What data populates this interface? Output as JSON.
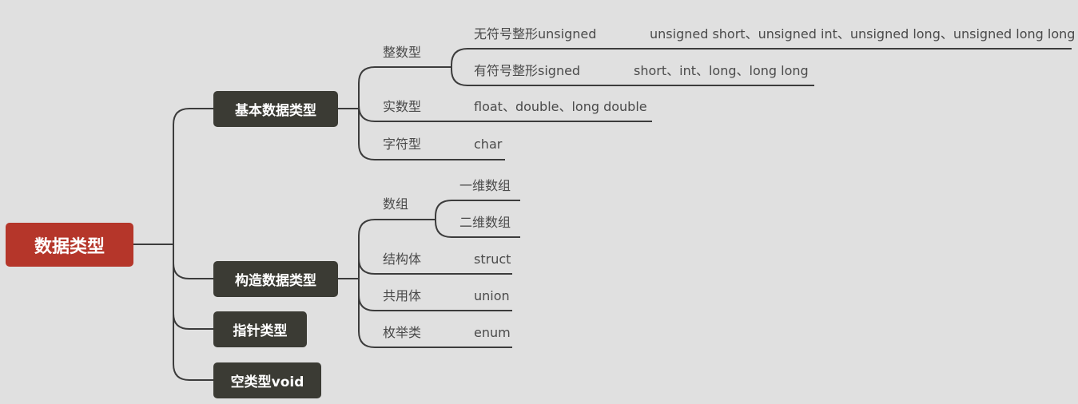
{
  "root": {
    "label": "数据类型"
  },
  "basic": {
    "label": "基本数据类型",
    "integer": {
      "label": "整数型",
      "unsigned": {
        "label": "无符号整形unsigned",
        "types": "unsigned short、unsigned int、unsigned long、unsigned long long"
      },
      "signed": {
        "label": "有符号整形signed",
        "types": "short、int、long、long long"
      }
    },
    "real": {
      "label": "实数型",
      "types": "float、double、long double"
    },
    "character": {
      "label": "字符型",
      "types": "char"
    }
  },
  "constructed": {
    "label": "构造数据类型",
    "array": {
      "label": "数组",
      "one_dim": "一维数组",
      "two_dim": "二维数组"
    },
    "struct": {
      "label": "结构体",
      "keyword": "struct"
    },
    "union": {
      "label": "共用体",
      "keyword": "union"
    },
    "enum": {
      "label": "枚举类",
      "keyword": "enum"
    }
  },
  "pointer": {
    "label": "指针类型"
  },
  "void": {
    "label": "空类型void"
  },
  "colors": {
    "background": "#e0e0e0",
    "root": "#b5362a",
    "topic": "#3b3b34",
    "line": "#3c3c3c",
    "text": "#4a4a4a"
  }
}
